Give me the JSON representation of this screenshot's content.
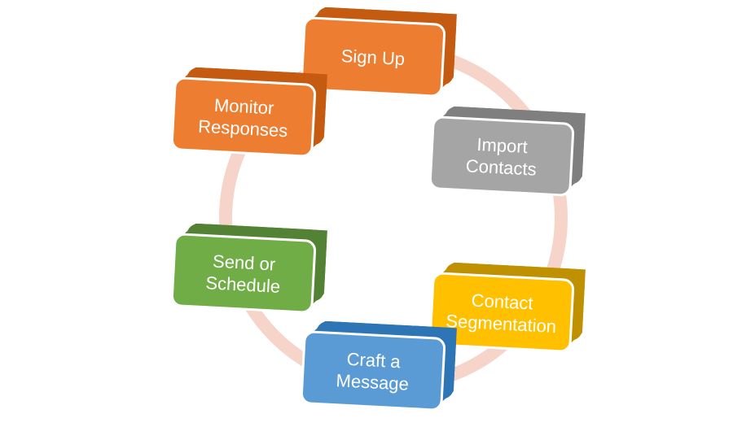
{
  "diagram": {
    "type": "cycle",
    "steps": [
      {
        "id": "sign-up",
        "lines": [
          "Sign Up"
        ],
        "color": "#ED7D31",
        "shade": "#C55A11"
      },
      {
        "id": "import-contacts",
        "lines": [
          "Import",
          "Contacts"
        ],
        "color": "#A5A5A5",
        "shade": "#7F7F7F"
      },
      {
        "id": "contact-segmentation",
        "lines": [
          "Contact",
          "Segmentation"
        ],
        "color": "#FFC000",
        "shade": "#BF9000"
      },
      {
        "id": "craft-a-message",
        "lines": [
          "Craft a",
          "Message"
        ],
        "color": "#5B9BD5",
        "shade": "#2E75B6"
      },
      {
        "id": "send-or-schedule",
        "lines": [
          "Send or",
          "Schedule"
        ],
        "color": "#70AD47",
        "shade": "#548235"
      },
      {
        "id": "monitor-responses",
        "lines": [
          "Monitor",
          "Responses"
        ],
        "color": "#ED7D31",
        "shade": "#C55A11"
      }
    ],
    "ring_color": "#F4C9BD"
  }
}
